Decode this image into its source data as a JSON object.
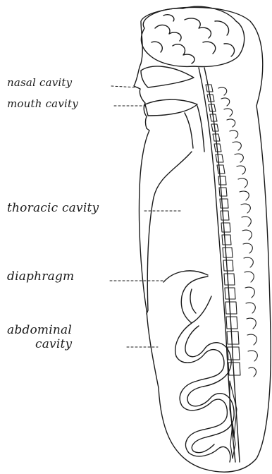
{
  "labels": {
    "nasal_cavity": "nasal cavity",
    "mouth_cavity": "mouth cavity",
    "thoracic_cavity": "thoracic cavity",
    "diaphragm": "diaphragm",
    "abdominal_line1": "abdominal",
    "abdominal_line2": "cavity"
  },
  "colors": {
    "ink": "#1a1a1a",
    "background": "#ffffff"
  }
}
